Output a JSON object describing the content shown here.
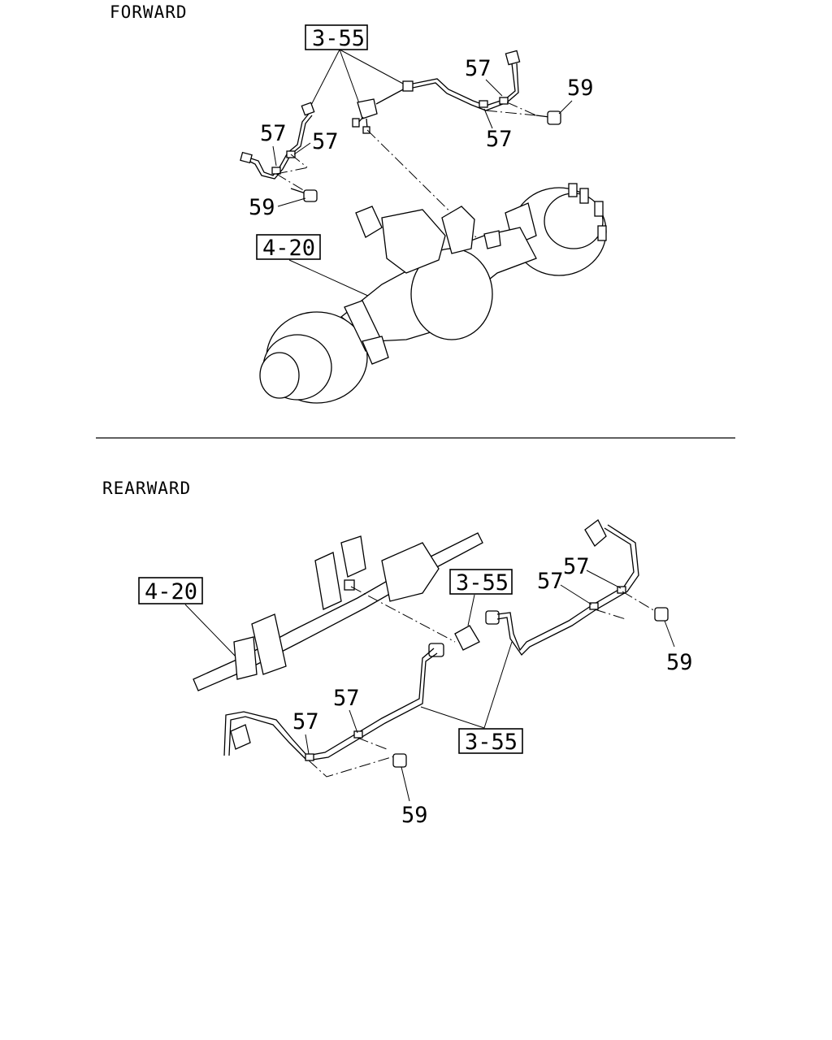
{
  "forward": {
    "title": "FORWARD",
    "callouts": {
      "hose_box": "3-55",
      "axle_box": "4-20",
      "clip_left_upper": "57",
      "clip_left_lower": "57",
      "clip_right_upper": "57",
      "clip_right_lower": "57",
      "bolt_left": "59",
      "bolt_right": "59"
    }
  },
  "rearward": {
    "title": "REARWARD",
    "callouts": {
      "axle_box": "4-20",
      "hose_box_top": "3-55",
      "hose_box_bottom": "3-55",
      "clip_right_upper": "57",
      "clip_right_lower": "57",
      "clip_left_upper": "57",
      "clip_left_lower": "57",
      "bolt_right": "59",
      "bolt_left": "59"
    }
  }
}
